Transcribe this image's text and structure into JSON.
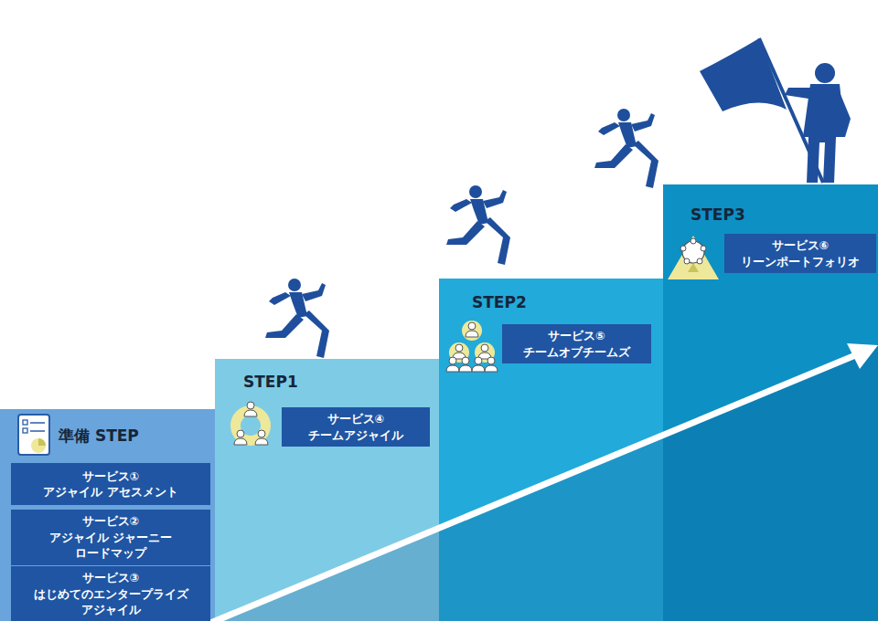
{
  "diagram": {
    "nodes": [
      {
        "text": [
          "準備 STEP"
        ]
      },
      {
        "text": [
          "サービス①",
          "アジャイル アセスメント"
        ],
        "in": 0
      },
      {
        "text": [
          "サービス②",
          "アジャイル ジャーニー ロードマップ"
        ],
        "in": 0
      },
      {
        "text": [
          "サービス③",
          "はじめてのエンタープライズ アジャイル"
        ],
        "in": 0
      },
      {
        "text": [
          "STEP1"
        ]
      },
      {
        "text": [
          "サービス④",
          "チームアジャイル"
        ],
        "in": 4
      },
      {
        "text": [
          "STEP2"
        ]
      },
      {
        "text": [
          "サービス⑤",
          "チームオブチームズ"
        ],
        "in": 6
      },
      {
        "text": [
          "STEP3"
        ]
      },
      {
        "text": [
          "サービス⑥",
          "リーンポートフォリオ"
        ],
        "in": 8
      }
    ]
  }
}
